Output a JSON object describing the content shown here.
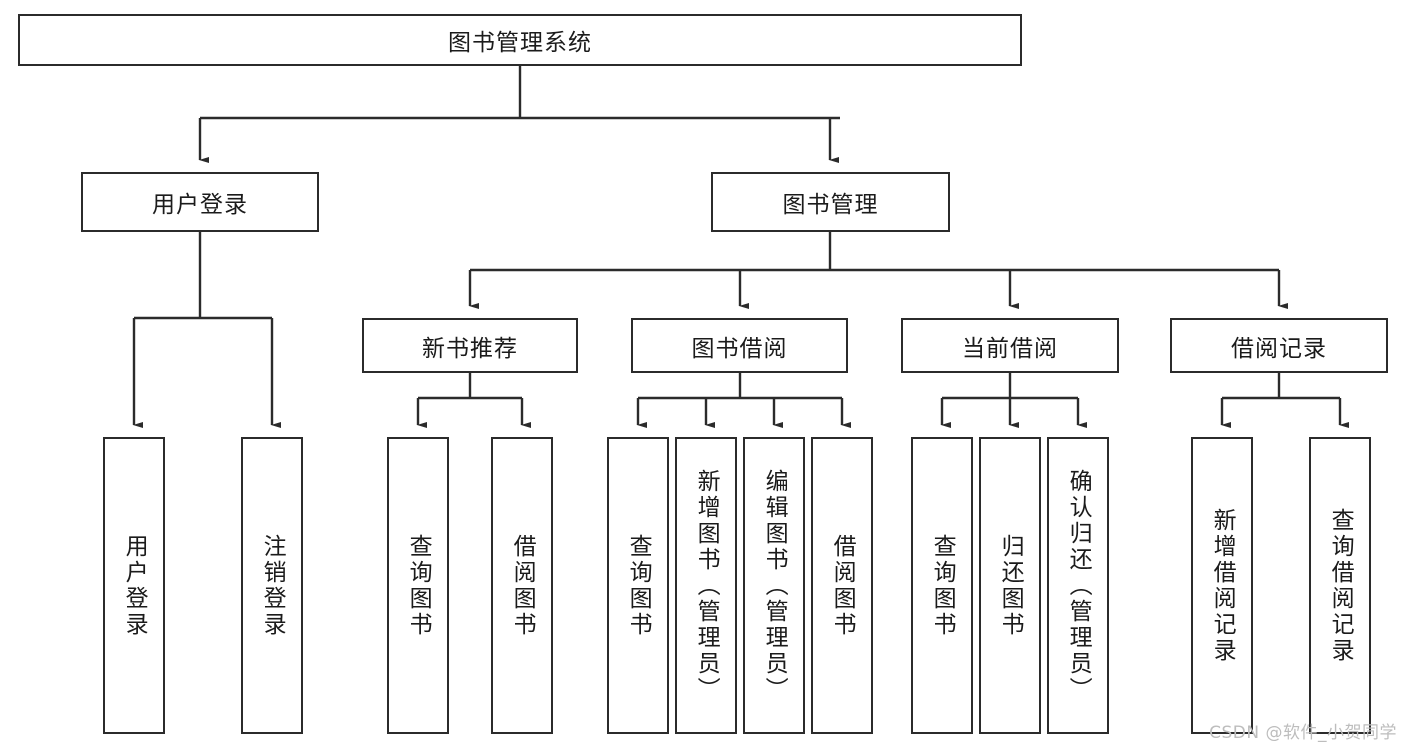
{
  "diagram": {
    "type": "tree-hierarchy-chart",
    "title": "图书管理系统",
    "watermark": "CSDN @软件_小贺同学",
    "colors": {
      "stroke": "#2b2b2b",
      "fill": "#ffffff",
      "text": "#1b1b1b",
      "watermark": "#bdbdbd"
    },
    "levels": {
      "root": {
        "label": "图书管理系统"
      },
      "level2": [
        {
          "label": "用户登录"
        },
        {
          "label": "图书管理"
        }
      ],
      "level3": [
        {
          "label": "新书推荐"
        },
        {
          "label": "图书借阅"
        },
        {
          "label": "当前借阅"
        },
        {
          "label": "借阅记录"
        }
      ],
      "leaves": {
        "user_login": [
          {
            "label": "用户登录"
          },
          {
            "label": "注销登录"
          }
        ],
        "new_book_recommend": [
          {
            "label": "查询图书"
          },
          {
            "label": "借阅图书"
          }
        ],
        "book_borrow": [
          {
            "label": "查询图书"
          },
          {
            "label": "新增图书（管理员）"
          },
          {
            "label": "编辑图书（管理员）"
          },
          {
            "label": "借阅图书"
          }
        ],
        "current_borrow": [
          {
            "label": "查询图书"
          },
          {
            "label": "归还图书"
          },
          {
            "label": "确认归还（管理员）"
          }
        ],
        "borrow_record": [
          {
            "label": "新增借阅记录"
          },
          {
            "label": "查询借阅记录"
          }
        ]
      }
    }
  }
}
